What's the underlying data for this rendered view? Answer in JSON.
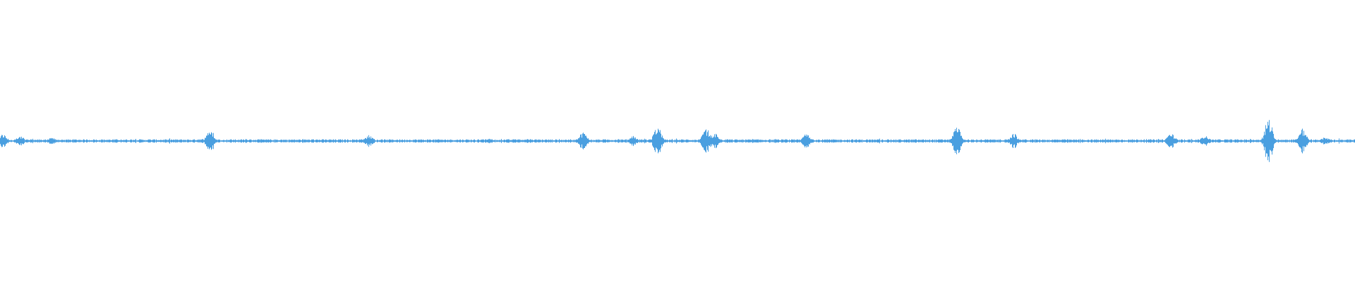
{
  "waveform": {
    "color": "#4a9fe0",
    "background": "#ffffff",
    "baseline_amplitude": 0.006,
    "noise_amplitude": 0.004,
    "spikes": [
      {
        "pos": 0.002,
        "amp": 0.025
      },
      {
        "pos": 0.015,
        "amp": 0.018
      },
      {
        "pos": 0.038,
        "amp": 0.012
      },
      {
        "pos": 0.155,
        "amp": 0.045
      },
      {
        "pos": 0.272,
        "amp": 0.022
      },
      {
        "pos": 0.361,
        "amp": 0.008
      },
      {
        "pos": 0.389,
        "amp": 0.008
      },
      {
        "pos": 0.43,
        "amp": 0.032
      },
      {
        "pos": 0.467,
        "amp": 0.018
      },
      {
        "pos": 0.485,
        "amp": 0.055
      },
      {
        "pos": 0.521,
        "amp": 0.045
      },
      {
        "pos": 0.527,
        "amp": 0.03
      },
      {
        "pos": 0.595,
        "amp": 0.03
      },
      {
        "pos": 0.706,
        "amp": 0.052
      },
      {
        "pos": 0.748,
        "amp": 0.028
      },
      {
        "pos": 0.864,
        "amp": 0.03
      },
      {
        "pos": 0.889,
        "amp": 0.02
      },
      {
        "pos": 0.936,
        "amp": 0.085
      },
      {
        "pos": 0.961,
        "amp": 0.045
      },
      {
        "pos": 0.978,
        "amp": 0.015
      }
    ]
  }
}
